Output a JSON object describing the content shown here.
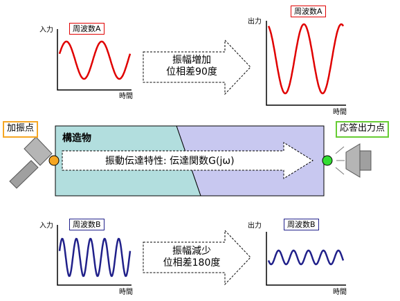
{
  "input_a": {
    "axis_y": "入力",
    "axis_x": "時間",
    "freq_label": "周波数A"
  },
  "output_a": {
    "axis_y": "出力",
    "axis_x": "時間",
    "freq_label": "周波数A"
  },
  "arrow_top": {
    "line1": "振幅増加",
    "line2": "位相差90度"
  },
  "excitation_label": "加振点",
  "response_label": "応答出力点",
  "structure_label": "構造物",
  "transfer_text": "振動伝達特性: 伝達関数G(jω)",
  "input_b": {
    "axis_y": "入力",
    "axis_x": "時間",
    "freq_label": "周波数B"
  },
  "output_b": {
    "axis_y": "出力",
    "axis_x": "時間",
    "freq_label": "周波数B"
  },
  "arrow_bottom": {
    "line1": "振幅減少",
    "line2": "位相差180度"
  },
  "colors": {
    "wave_a": "#e00000",
    "wave_b": "#20208a",
    "structure_teal": "#b2dede",
    "structure_lavender": "#c8c8f0"
  },
  "icons": {
    "hammer": "hammer-icon",
    "speaker": "speaker-icon"
  }
}
